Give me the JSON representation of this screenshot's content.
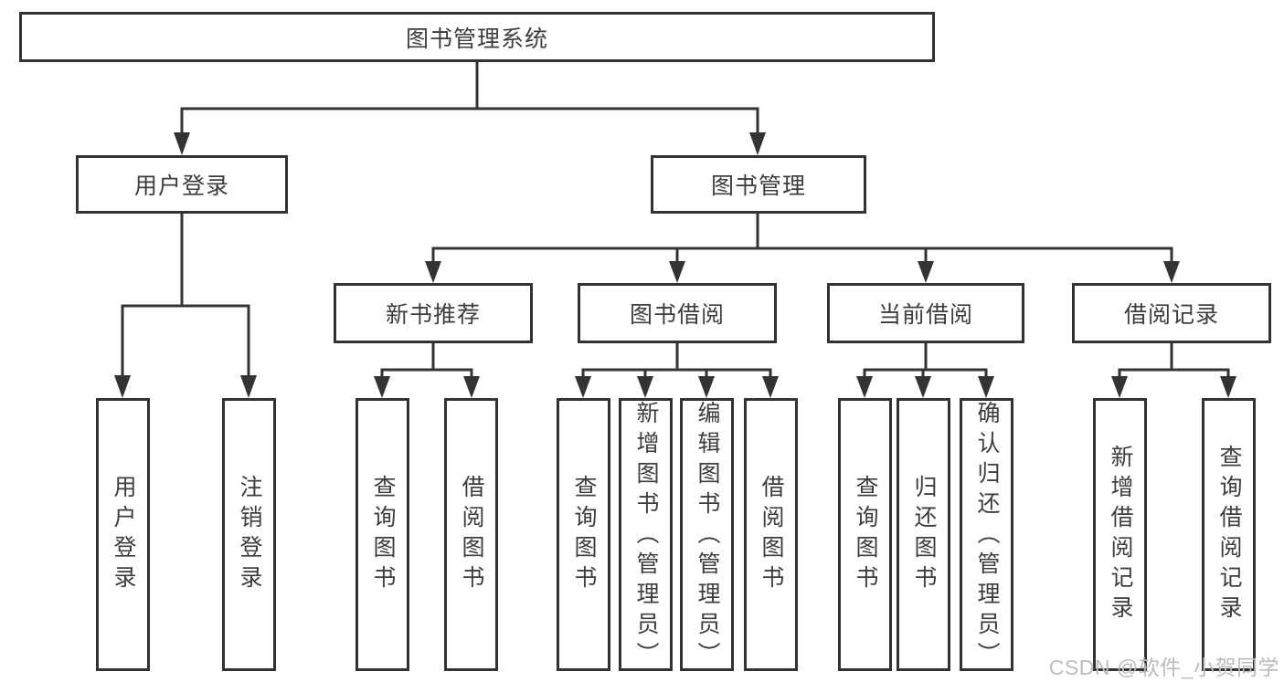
{
  "nodes": {
    "root": "图书管理系统",
    "user_login": "用户登录",
    "book_mgmt": "图书管理",
    "new_book_rec": "新书推荐",
    "book_borrow": "图书借阅",
    "current_borrow": "当前借阅",
    "borrow_record": "借阅记录",
    "leaf_user_login": "用户登录",
    "leaf_logout": "注销登录",
    "leaf_query_book_1": "查询图书",
    "leaf_borrow_book_1": "借阅图书",
    "leaf_query_book_2": "查询图书",
    "leaf_add_book": "新增图书（管理员）",
    "leaf_edit_book": "编辑图书（管理员）",
    "leaf_borrow_book_2": "借阅图书",
    "leaf_query_book_3": "查询图书",
    "leaf_return_book": "归还图书",
    "leaf_confirm_return": "确认归还（管理员）",
    "leaf_add_record": "新增借阅记录",
    "leaf_query_record": "查询借阅记录"
  },
  "watermark": "CSDN @软件_小贺同学",
  "colors": {
    "line": "#333333",
    "text": "#3d3d3d",
    "watermark": "#bcbcbc",
    "background": "#ffffff"
  }
}
